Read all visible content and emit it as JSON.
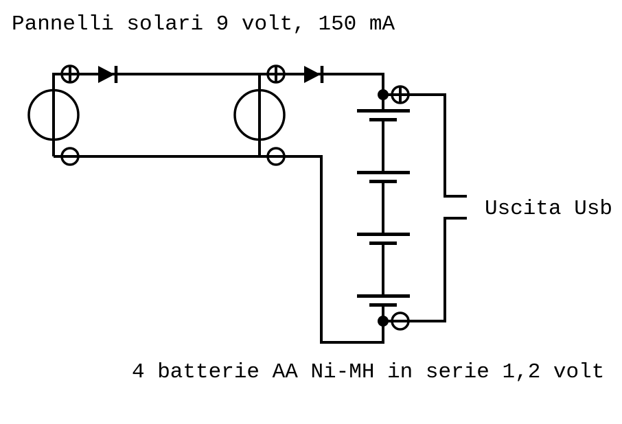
{
  "diagram": {
    "title": "Pannelli solari 9 volt, 150 mA",
    "usb_label": "Uscita Usb",
    "caption": "4 batterie AA Ni-MH in serie 1,2 volt",
    "colors": {
      "ink": "#000000",
      "background": "#ffffff"
    },
    "components": {
      "solar_panel_count": 2,
      "diode_count": 2,
      "battery_cell_count": 4,
      "positive_terminal_mark": "+",
      "negative_terminal_mark": "-"
    }
  }
}
